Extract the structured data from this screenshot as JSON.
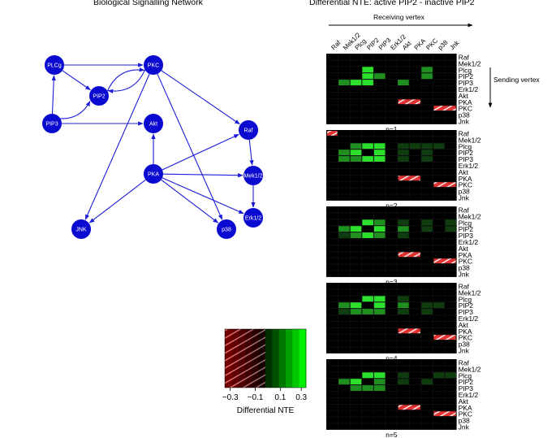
{
  "left_title": "Biological Signalling Network",
  "right_title": "Differential NTE: active PIP2 - inactive PIP2",
  "receiving_label": "Receiving vertex",
  "sending_label": "Sending vertex",
  "colors": {
    "node": "#0a0ad0",
    "edge": "#1c1cd8",
    "bright_green": "#2ee02e",
    "mid_green": "#1f8f1f",
    "dark_green": "#103d10",
    "red": "#e03030",
    "background": "#000000"
  },
  "network": {
    "nodes": [
      {
        "id": "PLCg",
        "label": "PLCg"
      },
      {
        "id": "PKC",
        "label": "PKC"
      },
      {
        "id": "PIP2",
        "label": "PIP2"
      },
      {
        "id": "PIP3",
        "label": "PIP3"
      },
      {
        "id": "Akt",
        "label": "Akt"
      },
      {
        "id": "Raf",
        "label": "Raf"
      },
      {
        "id": "PKA",
        "label": "PKA"
      },
      {
        "id": "Mek12",
        "label": "Mek1/2"
      },
      {
        "id": "Erk12",
        "label": "Erk1/2"
      },
      {
        "id": "JNK",
        "label": "JNK"
      },
      {
        "id": "p38",
        "label": "p38"
      }
    ],
    "edges": [
      [
        "PLCg",
        "PKC"
      ],
      [
        "PLCg",
        "PIP2"
      ],
      [
        "PIP3",
        "PLCg"
      ],
      [
        "PIP3",
        "PIP2"
      ],
      [
        "PIP2",
        "PKC"
      ],
      [
        "PKC",
        "PIP2"
      ],
      [
        "PIP3",
        "Akt"
      ],
      [
        "PKA",
        "Akt"
      ],
      [
        "PKC",
        "Raf"
      ],
      [
        "PKC",
        "JNK"
      ],
      [
        "PKC",
        "p38"
      ],
      [
        "PKA",
        "Raf"
      ],
      [
        "PKA",
        "JNK"
      ],
      [
        "PKA",
        "p38"
      ],
      [
        "PKA",
        "Erk12"
      ],
      [
        "PKA",
        "Mek12"
      ],
      [
        "Raf",
        "Mek12"
      ],
      [
        "Mek12",
        "Erk12"
      ]
    ]
  },
  "vertex_labels": [
    "Raf",
    "Mek1/2",
    "Plcg",
    "PIP2",
    "PIP3",
    "Erk1/2",
    "Akt",
    "PKA",
    "PKC",
    "p38",
    "Jnk"
  ],
  "panels": [
    {
      "label": "n=1",
      "cells": [
        {
          "r": 2,
          "c": 3,
          "v": "bright"
        },
        {
          "r": 3,
          "c": 3,
          "v": "bright"
        },
        {
          "r": 3,
          "c": 4,
          "v": "mid"
        },
        {
          "r": 4,
          "c": 1,
          "v": "mid"
        },
        {
          "r": 4,
          "c": 2,
          "v": "bright"
        },
        {
          "r": 4,
          "c": 3,
          "v": "bright"
        },
        {
          "r": 4,
          "c": 6,
          "v": "mid"
        },
        {
          "r": 2,
          "c": 8,
          "v": "mid"
        },
        {
          "r": 3,
          "c": 8,
          "v": "mid"
        }
      ],
      "hatched": [
        {
          "r": 7,
          "c": 6,
          "span": 2
        },
        {
          "r": 8,
          "c": 9,
          "span": 2
        }
      ]
    },
    {
      "label": "n=2",
      "cells": [
        {
          "r": 2,
          "c": 2,
          "v": "mid"
        },
        {
          "r": 2,
          "c": 3,
          "v": "bright"
        },
        {
          "r": 2,
          "c": 4,
          "v": "bright"
        },
        {
          "r": 3,
          "c": 1,
          "v": "mid"
        },
        {
          "r": 3,
          "c": 2,
          "v": "bright"
        },
        {
          "r": 3,
          "c": 4,
          "v": "bright"
        },
        {
          "r": 4,
          "c": 1,
          "v": "mid"
        },
        {
          "r": 4,
          "c": 2,
          "v": "mid"
        },
        {
          "r": 4,
          "c": 3,
          "v": "bright"
        },
        {
          "r": 4,
          "c": 4,
          "v": "bright"
        },
        {
          "r": 2,
          "c": 6,
          "v": "dark"
        },
        {
          "r": 3,
          "c": 6,
          "v": "dark"
        },
        {
          "r": 4,
          "c": 6,
          "v": "dark"
        },
        {
          "r": 2,
          "c": 7,
          "v": "dark"
        },
        {
          "r": 2,
          "c": 8,
          "v": "dark"
        },
        {
          "r": 2,
          "c": 9,
          "v": "dark"
        },
        {
          "r": 3,
          "c": 8,
          "v": "dark"
        },
        {
          "r": 4,
          "c": 8,
          "v": "dark"
        }
      ],
      "hatched": [
        {
          "r": 0,
          "c": 0,
          "span": 1
        },
        {
          "r": 7,
          "c": 6,
          "span": 2
        },
        {
          "r": 8,
          "c": 9,
          "span": 2
        }
      ]
    },
    {
      "label": "n=3",
      "cells": [
        {
          "r": 2,
          "c": 3,
          "v": "bright"
        },
        {
          "r": 2,
          "c": 4,
          "v": "mid"
        },
        {
          "r": 3,
          "c": 1,
          "v": "mid"
        },
        {
          "r": 3,
          "c": 2,
          "v": "bright"
        },
        {
          "r": 3,
          "c": 4,
          "v": "bright"
        },
        {
          "r": 4,
          "c": 1,
          "v": "dark"
        },
        {
          "r": 4,
          "c": 2,
          "v": "mid"
        },
        {
          "r": 4,
          "c": 3,
          "v": "bright"
        },
        {
          "r": 4,
          "c": 4,
          "v": "mid"
        },
        {
          "r": 2,
          "c": 6,
          "v": "dark"
        },
        {
          "r": 3,
          "c": 6,
          "v": "mid"
        },
        {
          "r": 4,
          "c": 6,
          "v": "dark"
        },
        {
          "r": 2,
          "c": 8,
          "v": "dark"
        },
        {
          "r": 3,
          "c": 8,
          "v": "dark"
        },
        {
          "r": 2,
          "c": 10,
          "v": "dark"
        },
        {
          "r": 3,
          "c": 10,
          "v": "dark"
        }
      ],
      "hatched": [
        {
          "r": 7,
          "c": 6,
          "span": 2
        },
        {
          "r": 8,
          "c": 9,
          "span": 2
        }
      ]
    },
    {
      "label": "n=4",
      "cells": [
        {
          "r": 2,
          "c": 3,
          "v": "bright"
        },
        {
          "r": 2,
          "c": 4,
          "v": "bright"
        },
        {
          "r": 3,
          "c": 1,
          "v": "mid"
        },
        {
          "r": 3,
          "c": 2,
          "v": "bright"
        },
        {
          "r": 3,
          "c": 4,
          "v": "bright"
        },
        {
          "r": 4,
          "c": 1,
          "v": "dark"
        },
        {
          "r": 4,
          "c": 2,
          "v": "mid"
        },
        {
          "r": 4,
          "c": 3,
          "v": "mid"
        },
        {
          "r": 4,
          "c": 4,
          "v": "mid"
        },
        {
          "r": 2,
          "c": 6,
          "v": "dark"
        },
        {
          "r": 3,
          "c": 6,
          "v": "mid"
        },
        {
          "r": 4,
          "c": 6,
          "v": "dark"
        },
        {
          "r": 3,
          "c": 8,
          "v": "dark"
        },
        {
          "r": 4,
          "c": 8,
          "v": "dark"
        },
        {
          "r": 3,
          "c": 9,
          "v": "dark"
        }
      ],
      "hatched": [
        {
          "r": 7,
          "c": 6,
          "span": 2
        },
        {
          "r": 8,
          "c": 9,
          "span": 2
        }
      ]
    },
    {
      "label": "n=5",
      "cells": [
        {
          "r": 2,
          "c": 3,
          "v": "bright"
        },
        {
          "r": 2,
          "c": 4,
          "v": "bright"
        },
        {
          "r": 3,
          "c": 1,
          "v": "mid"
        },
        {
          "r": 3,
          "c": 2,
          "v": "bright"
        },
        {
          "r": 3,
          "c": 4,
          "v": "mid"
        },
        {
          "r": 4,
          "c": 2,
          "v": "mid"
        },
        {
          "r": 4,
          "c": 3,
          "v": "mid"
        },
        {
          "r": 4,
          "c": 4,
          "v": "mid"
        },
        {
          "r": 2,
          "c": 6,
          "v": "dark"
        },
        {
          "r": 3,
          "c": 6,
          "v": "dark"
        },
        {
          "r": 2,
          "c": 9,
          "v": "dark"
        },
        {
          "r": 2,
          "c": 10,
          "v": "dark"
        },
        {
          "r": 3,
          "c": 8,
          "v": "dark"
        }
      ],
      "hatched": [
        {
          "r": 7,
          "c": 6,
          "span": 2
        },
        {
          "r": 8,
          "c": 9,
          "span": 2
        }
      ]
    }
  ],
  "colorbar": {
    "ticks": [
      "−0.3",
      "−0.1",
      "0.1",
      "0.3"
    ],
    "label": "Differential NTE"
  }
}
